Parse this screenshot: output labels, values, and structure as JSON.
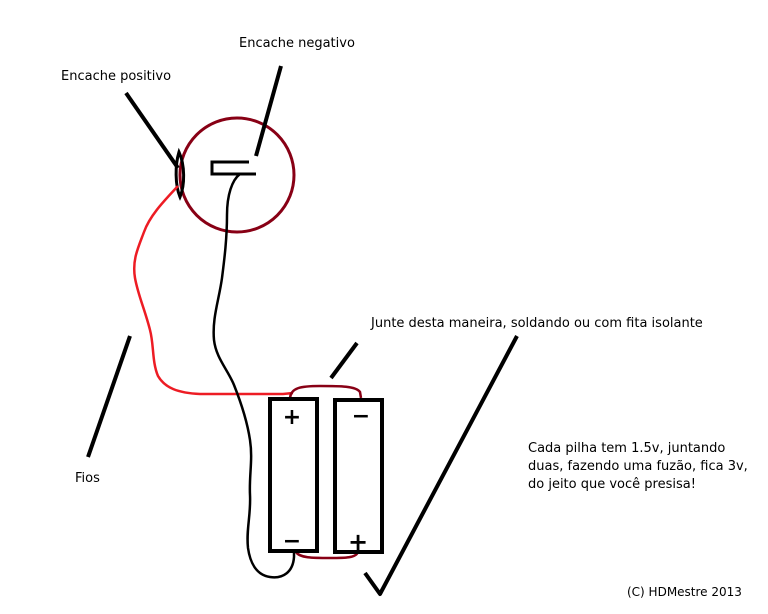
{
  "labels": {
    "negative_terminal": "Encache negativo",
    "positive_terminal": "Encache positivo",
    "join_instruction": "Junte desta maneira, soldando ou com fita isolante",
    "wires": "Fios",
    "info_lines": [
      "Cada pilha tem 1.5v, juntando",
      "duas, fazendo uma fuzão, fica 3v,",
      "do jeito que você presisa!"
    ],
    "copyright": "(C) HDMestre 2013"
  },
  "battery_signs": {
    "left_top": "+",
    "left_bottom": "−",
    "right_top": "−",
    "right_bottom": "+"
  },
  "colors": {
    "circle": "#880015",
    "red_wire": "#ed1c24",
    "black": "#000000",
    "background": "#ffffff"
  }
}
